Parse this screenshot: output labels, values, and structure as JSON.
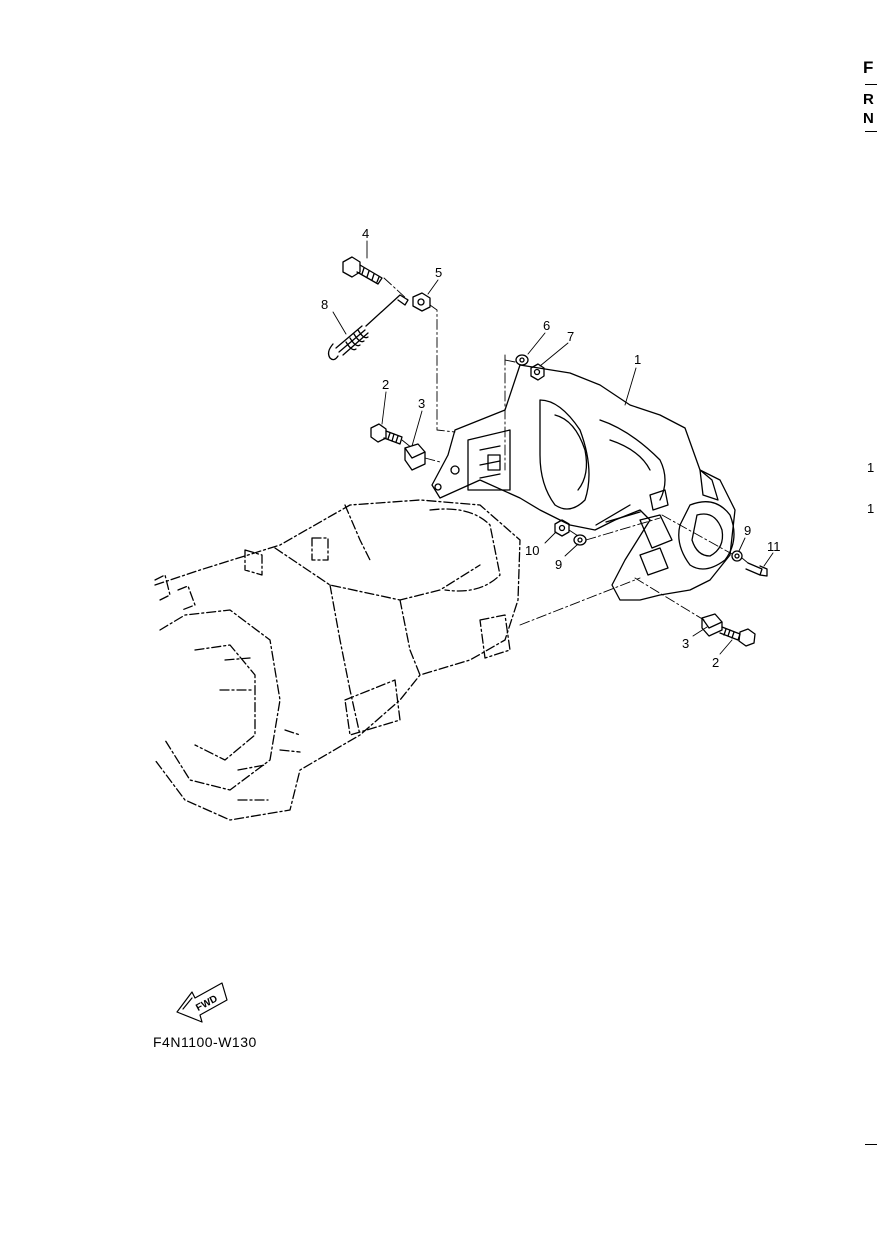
{
  "diagram": {
    "callouts": [
      {
        "id": "c1",
        "text": "1"
      },
      {
        "id": "c2a",
        "text": "2"
      },
      {
        "id": "c2b",
        "text": "2"
      },
      {
        "id": "c3a",
        "text": "3"
      },
      {
        "id": "c3b",
        "text": "3"
      },
      {
        "id": "c4",
        "text": "4"
      },
      {
        "id": "c5",
        "text": "5"
      },
      {
        "id": "c6",
        "text": "6"
      },
      {
        "id": "c7",
        "text": "7"
      },
      {
        "id": "c8",
        "text": "8"
      },
      {
        "id": "c9a",
        "text": "9"
      },
      {
        "id": "c9b",
        "text": "9"
      },
      {
        "id": "c10",
        "text": "10"
      },
      {
        "id": "c11",
        "text": "11"
      }
    ],
    "fwd_label": "FWD",
    "figure_code": "F4N1100-W130"
  },
  "edge": {
    "letters": [
      "F",
      "R",
      "N"
    ],
    "digits": [
      "1",
      "1"
    ]
  }
}
